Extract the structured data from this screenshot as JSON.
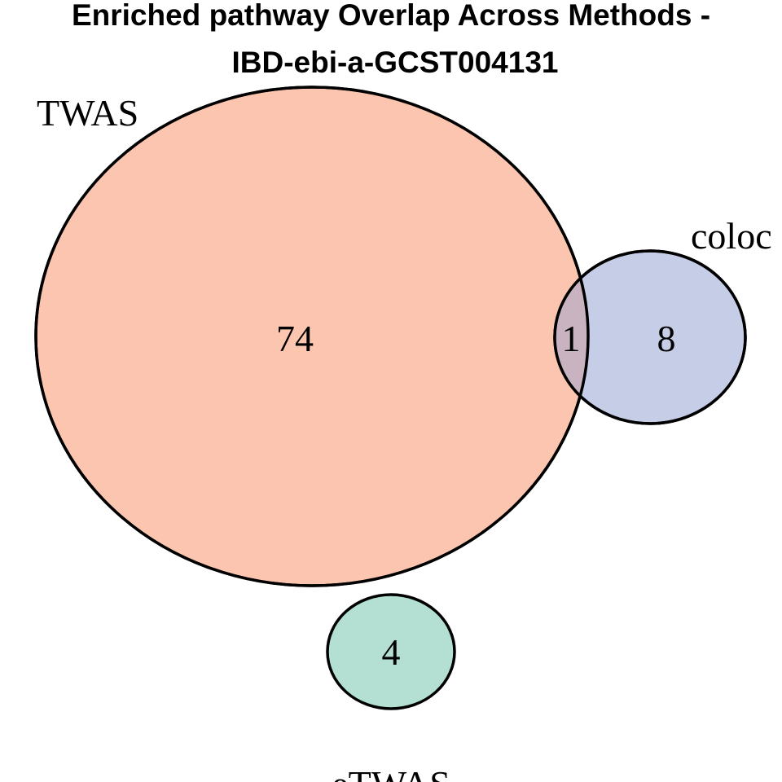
{
  "title": {
    "line1": "Enriched pathway Overlap Across Methods -",
    "line2": "IBD-ebi-a-GCST004131"
  },
  "venn": {
    "sets": [
      {
        "name": "TWAS",
        "color": "#fbc5b0"
      },
      {
        "name": "coloc",
        "color": "#c6cde6"
      },
      {
        "name": "eTWAS",
        "color": "#b3e0d2"
      }
    ],
    "regions": {
      "twas_only": "74",
      "twas_coloc": "1",
      "coloc_only": "8",
      "etwas_only": "4"
    },
    "overlap_color": "#c9b3c1",
    "stroke_color": "#000000"
  }
}
